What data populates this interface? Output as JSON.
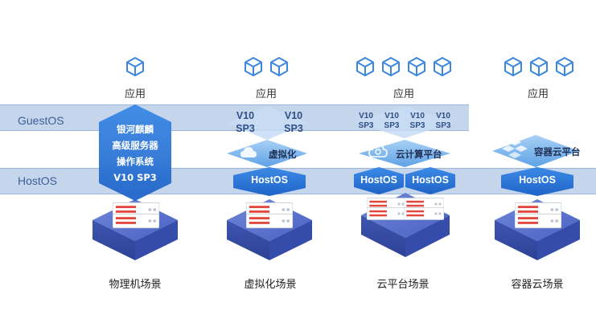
{
  "layers": {
    "guest": "GuestOS",
    "host": "HostOS"
  },
  "app_label": "应用",
  "scenarios": [
    {
      "name": "物理机场景",
      "os_lines": [
        "银河麒麟",
        "高级服务器",
        "操作系统",
        "V10 SP3"
      ],
      "app_icons": 1
    },
    {
      "name": "虚拟化场景",
      "guest_os": [
        "V10 SP3",
        "V10 SP3"
      ],
      "middle_layer": "虚拟化",
      "host_os": "HostOS",
      "app_icons": 2
    },
    {
      "name": "云平台场景",
      "guest_os": [
        "V10 SP3",
        "V10 SP3",
        "V10 SP3",
        "V10 SP3"
      ],
      "middle_layer": "云计算平台",
      "host_os": [
        "HostOS",
        "HostOS"
      ],
      "app_icons": 4
    },
    {
      "name": "容器云场景",
      "middle_layer": "容器云平台",
      "host_os": "HostOS",
      "app_icons": 3
    }
  ],
  "colors": {
    "accent_blue": "#2f7de1",
    "layer_band": "#96b2db",
    "server_red": "#e2483f"
  }
}
